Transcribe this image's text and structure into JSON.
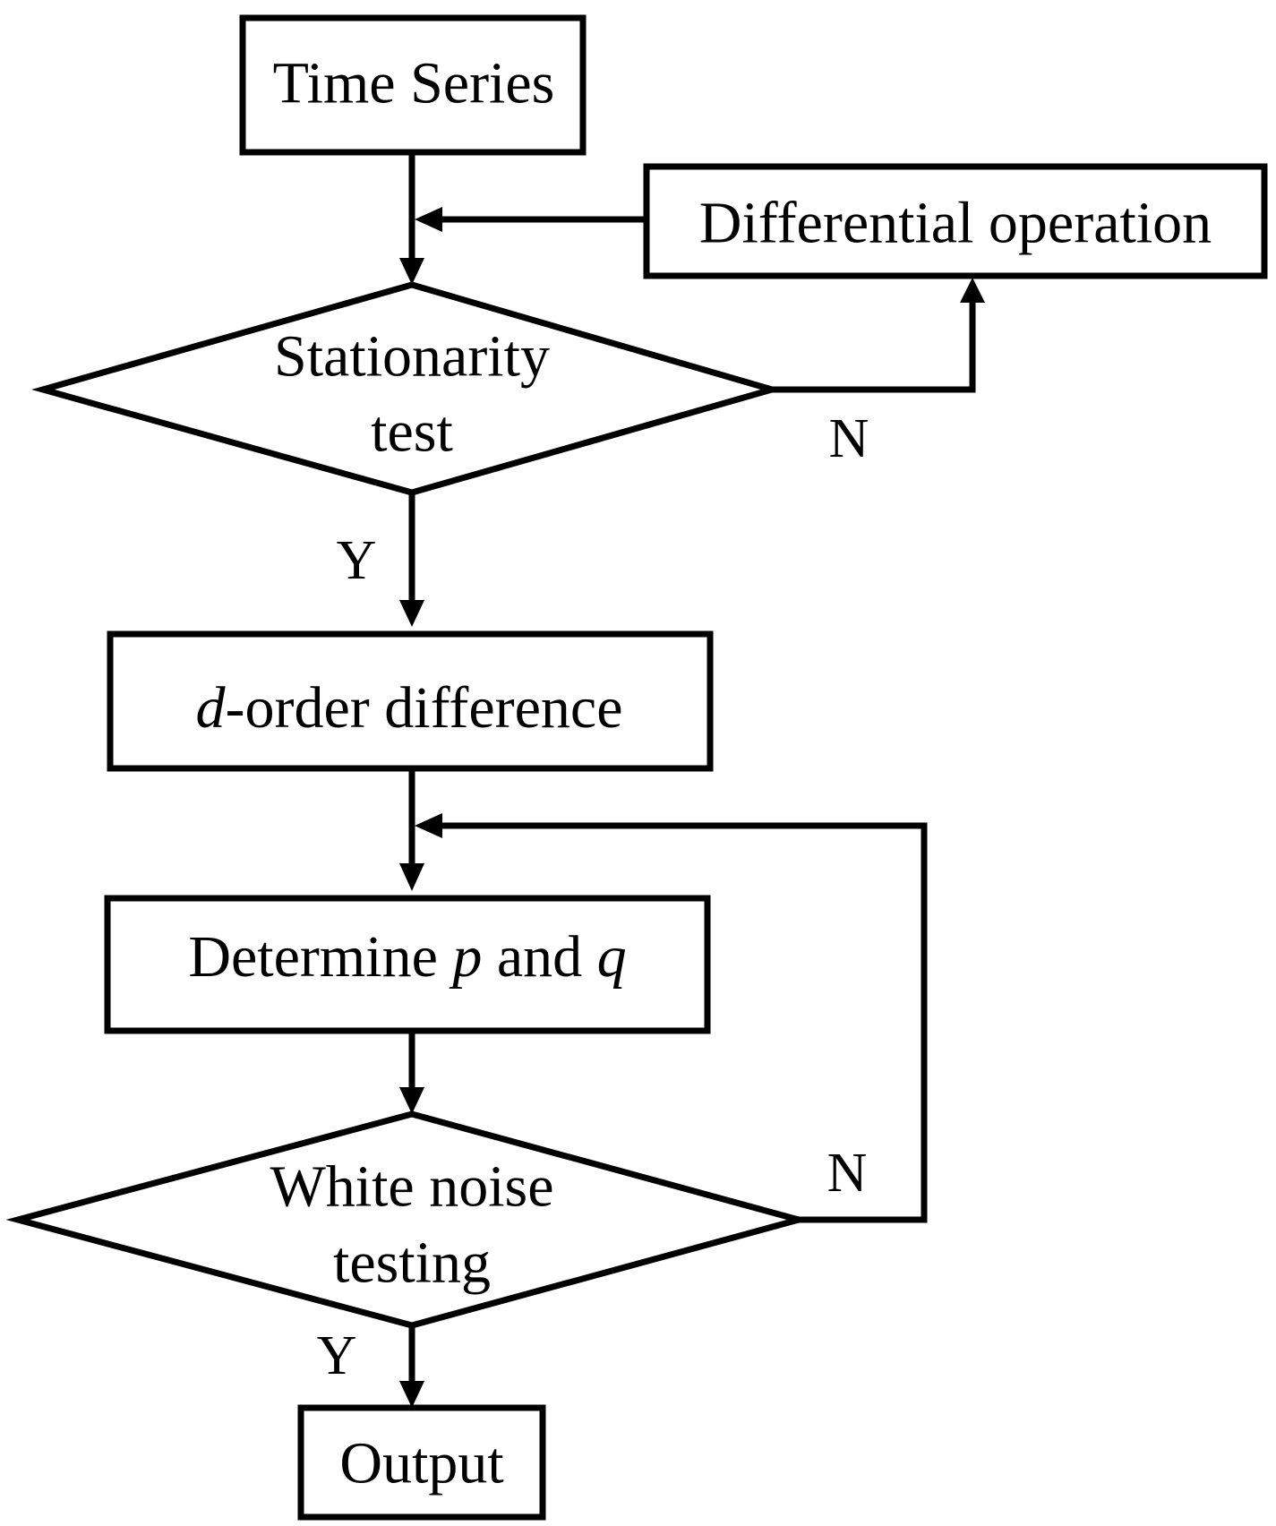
{
  "nodes": {
    "time_series": "Time Series",
    "differential_operation": "Differential operation",
    "stationarity_test": {
      "line1": "Stationarity",
      "line2": "test"
    },
    "d_order": {
      "var": "d",
      "rest": "-order difference"
    },
    "determine": {
      "prefix": "Determine ",
      "p": "p",
      "mid": " and ",
      "q": "q"
    },
    "white_noise": {
      "line1": "White noise",
      "line2": "testing"
    },
    "output": "Output"
  },
  "edge_labels": {
    "stationarity_no": "N",
    "stationarity_yes": "Y",
    "white_noise_no": "N",
    "white_noise_yes": "Y"
  }
}
